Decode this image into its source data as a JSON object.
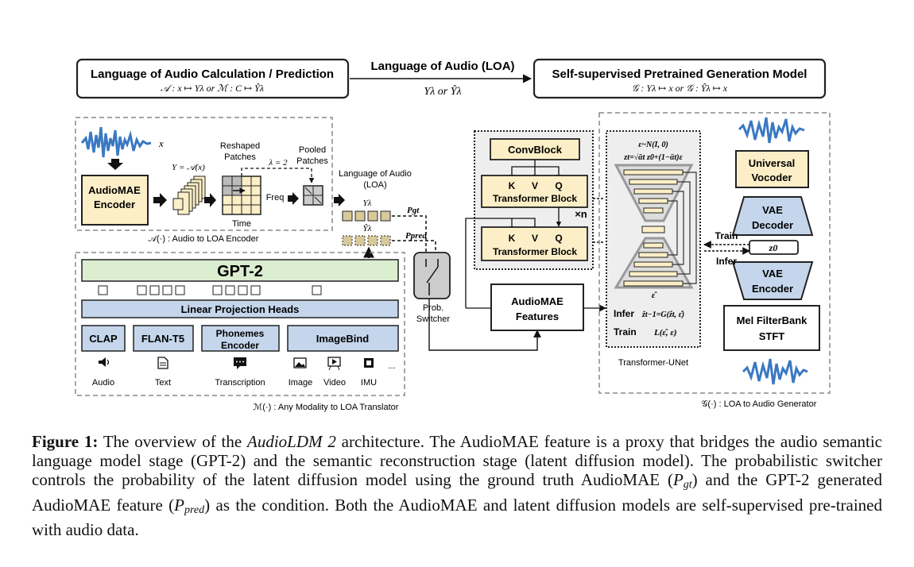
{
  "colors": {
    "cream": "#fcefc7",
    "blue": "#c5d6ec",
    "green": "#dbeed0",
    "gray_panel": "#eeeeee",
    "wave": "#3a78c2",
    "border": "#222222"
  },
  "top": {
    "left_box_title": "Language of Audio Calculation / Prediction",
    "left_box_formula": "𝒜 : x ↦ Yλ    or    ℳ : C ↦ Ŷλ",
    "center_label": "Language of Audio (LOA)",
    "center_formula": "Yλ   or   Ŷλ",
    "right_box_title": "Self-supervised Pretrained Generation Model",
    "right_box_formula": "𝒢 : Yλ ↦ x    or    𝒢 : Ŷλ ↦ x"
  },
  "encoder_panel": {
    "x_label": "x",
    "audiomae_encoder": [
      "AudioMAE",
      "Encoder"
    ],
    "y_formula": "Y = 𝒜(x)",
    "reshaped_patches": [
      "Reshaped",
      "Patches"
    ],
    "pooled_patches": [
      "Pooled",
      "Patches"
    ],
    "lambda_label": "λ = 2",
    "freq": "Freq",
    "time": "Time",
    "caption": "𝒜(·) : Audio to LOA Encoder",
    "loa_label": [
      "Language of Audio",
      "(LOA)"
    ],
    "y_lambda": "Yλ",
    "y_hat_lambda": "Ŷλ",
    "p_gt": "Pgt",
    "p_pred": "Ppred"
  },
  "translator_panel": {
    "gpt2": "GPT-2",
    "linear_heads": "Linear Projection Heads",
    "encoders": [
      "CLAP",
      "FLAN-T5",
      "Phonemes Encoder",
      "ImageBind"
    ],
    "modalities": [
      "Audio",
      "Text",
      "Transcription",
      "Image",
      "Video",
      "IMU"
    ],
    "ellipsis": "...",
    "caption": "ℳ(·) : Any Modality to LOA Translator"
  },
  "switcher": [
    "Prob.",
    "Switcher"
  ],
  "transformer_panel": {
    "convblock": "ConvBlock",
    "block": "Transformer Block",
    "kvq": [
      "K",
      "V",
      "Q"
    ],
    "times_n": "×n",
    "features": [
      "AudioMAE",
      "Features"
    ]
  },
  "generator_panel": {
    "noise_line1": "ε~N(I, 0)",
    "noise_line2": "zt=√ᾱt z0+(1−ᾱt)ε",
    "eps_hat": "ε̂",
    "infer_label": "Infer",
    "infer_formula": "ẑt−1=G(ẑt, ε̂)",
    "train_label": "Train",
    "train_formula": "L(ε̂, ε)",
    "unet_caption": "Transformer-UNet",
    "vocoder": [
      "Universal",
      "Vocoder"
    ],
    "vae_decoder": [
      "VAE",
      "Decoder"
    ],
    "vae_encoder": [
      "VAE",
      "Encoder"
    ],
    "z0": "z0",
    "train_arrow": "Train",
    "infer_arrow": "Infer",
    "mel": [
      "Mel FilterBank",
      "STFT"
    ],
    "caption": "𝒢(·) : LOA to Audio Generator"
  },
  "figure_caption": {
    "label": "Figure 1:",
    "part1": "The overview of the ",
    "model_name": "AudioLDM 2",
    "part2": " architecture. The AudioMAE feature is a proxy that bridges the audio semantic language model stage (GPT-2) and the semantic reconstruction stage (latent diffusion model). The probabilistic switcher controls the probability of the latent diffusion model using the ground truth AudioMAE (",
    "pgt_symbol": "P",
    "pgt_sub": "gt",
    "part3": ") and the GPT-2 generated AudioMAE feature (",
    "ppred_symbol": "P",
    "ppred_sub": "pred",
    "part4": ") as the condition. Both the AudioMAE and latent diffusion models are self-supervised pre-trained with audio data."
  }
}
